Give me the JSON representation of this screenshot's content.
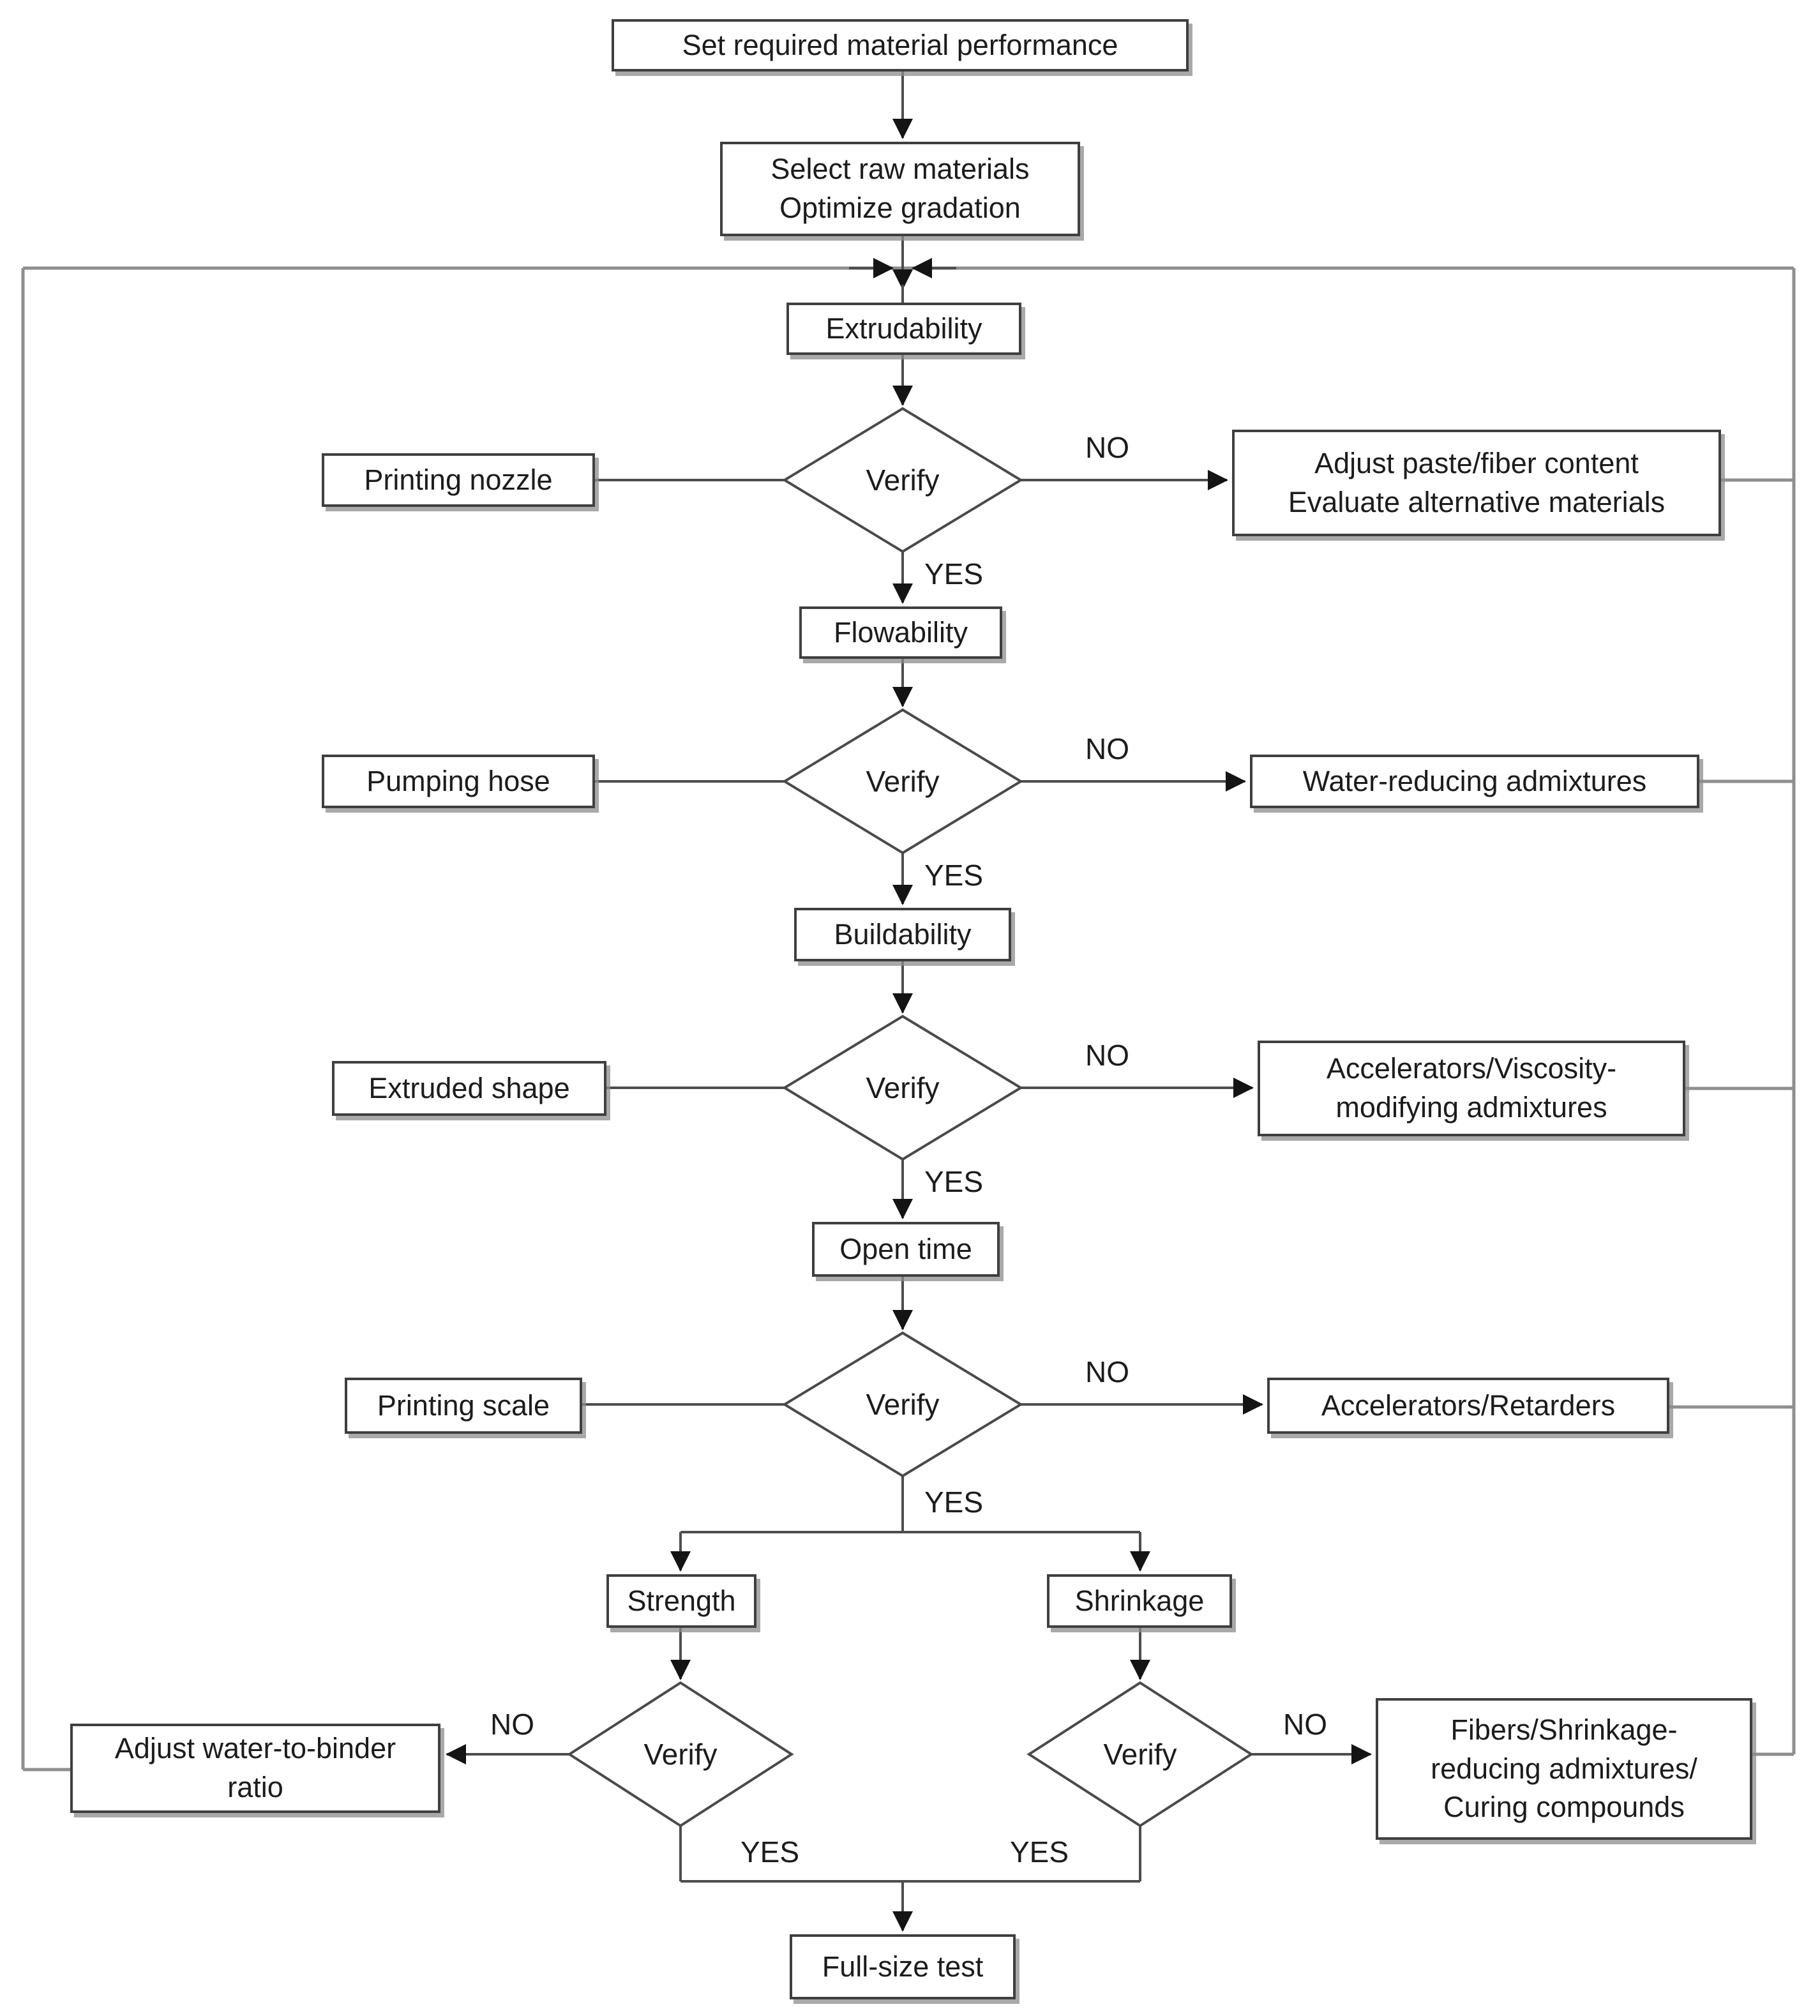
{
  "figure": {
    "type": "flowchart",
    "description": "3D-printable material mix design verification flowchart"
  },
  "labels": {
    "verify": "Verify",
    "yes": "YES",
    "no": "NO"
  },
  "nodes": {
    "set_required": "Set required material performance",
    "select_raw": "Select raw materials\nOptimize gradation",
    "extrudability": "Extrudability",
    "printing_nozzle": "Printing nozzle",
    "adjust_paste": "Adjust paste/fiber content\nEvaluate alternative materials",
    "flowability": "Flowability",
    "pumping_hose": "Pumping hose",
    "water_reducing": "Water-reducing admixtures",
    "buildability": "Buildability",
    "extruded_shape": "Extruded shape",
    "accelerators_viscosity": "Accelerators/Viscosity-\nmodifying admixtures",
    "open_time": "Open time",
    "printing_scale": "Printing scale",
    "accelerators_retarders": "Accelerators/Retarders",
    "strength": "Strength",
    "shrinkage": "Shrinkage",
    "adjust_water_binder": "Adjust water-to-binder\nratio",
    "fibers": "Fibers/Shrinkage-\nreducing admixtures/\nCuring compounds",
    "full_size_test": "Full-size test"
  },
  "colors": {
    "background": "#ffffff",
    "connector": "#4d4d4d",
    "feedback_frame": "#8e8e8e",
    "arrowhead": "#141414",
    "box_border": "#3f3f3f",
    "text": "#1c1c1c"
  }
}
